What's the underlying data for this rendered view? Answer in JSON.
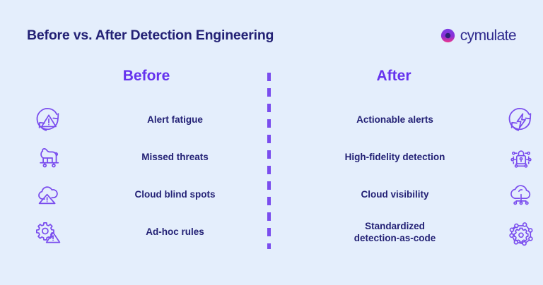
{
  "header": {
    "title": "Before vs. After Detection Engineering",
    "brand": {
      "name": "cymulate",
      "mark_icon": "cymulate-ring-icon",
      "mark_gradient_start": "#7b3fe4",
      "mark_gradient_end": "#f0368a",
      "wordmark_color": "#2f2a8e"
    }
  },
  "colors": {
    "background": "#e4eefc",
    "title": "#232175",
    "heading_accent": "#6633ee",
    "label": "#232175",
    "icon_stroke": "#7a4dee",
    "divider": "#7a4dee"
  },
  "columns": {
    "before_heading": "Before",
    "after_heading": "After"
  },
  "divider": {
    "style": "vertical-dashed",
    "name": "column-divider"
  },
  "rows": [
    {
      "before": {
        "label": "Alert fatigue",
        "icon": "alert-loop-icon"
      },
      "after": {
        "label": "Actionable alerts",
        "icon": "lightning-loop-icon"
      }
    },
    {
      "before": {
        "label": "Missed threats",
        "icon": "trojan-horse-icon"
      },
      "after": {
        "label": "High-fidelity detection",
        "icon": "lock-circuit-icon"
      }
    },
    {
      "before": {
        "label": "Cloud blind spots",
        "icon": "cloud-warning-icon"
      },
      "after": {
        "label": "Cloud visibility",
        "icon": "cloud-circuit-icon"
      }
    },
    {
      "before": {
        "label": "Ad-hoc rules",
        "icon": "gear-warning-icon"
      },
      "after": {
        "label": "Standardized\ndetection-as-code",
        "icon": "gear-network-icon"
      }
    }
  ]
}
